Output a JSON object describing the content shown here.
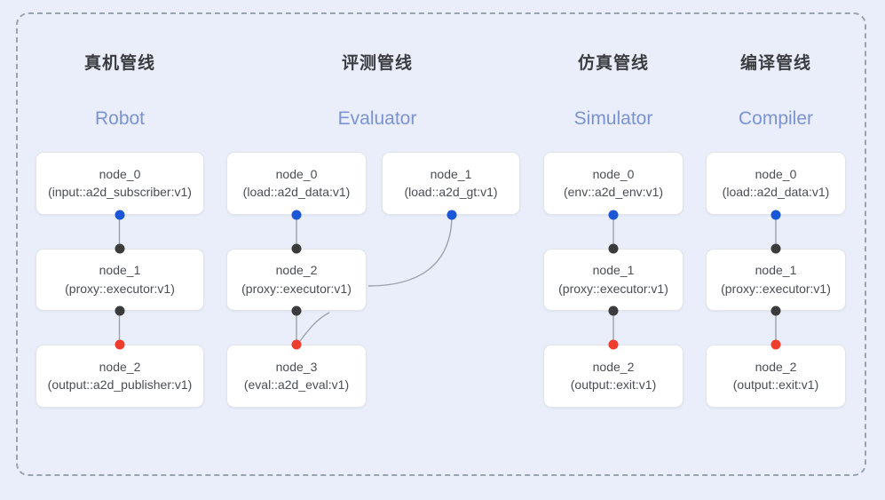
{
  "canvas": {
    "background_color": "#e9eefa",
    "frame_border_color": "#9aa3b0",
    "frame_style": "dashed"
  },
  "palette": {
    "title_cn_color": "#3a3c40",
    "title_en_color": "#7b93d4",
    "node_bg": "#ffffff",
    "node_border": "#e2e5ea",
    "node_text": "#4a4d52",
    "port_input_blue": "#1a56d6",
    "port_mid_black": "#3b3b3b",
    "port_output_red": "#ef3d2d",
    "edge_color": "#9ba2ae"
  },
  "columns": [
    {
      "id": "robot",
      "title_cn": "真机管线",
      "title_en": "Robot",
      "nodes": [
        {
          "name": "node_0",
          "type": "(input::a2d_subscriber:v1)"
        },
        {
          "name": "node_1",
          "type": "(proxy::executor:v1)"
        },
        {
          "name": "node_2",
          "type": "(output::a2d_publisher:v1)"
        }
      ]
    },
    {
      "id": "evaluator",
      "title_cn": "评测管线",
      "title_en": "Evaluator",
      "nodes": [
        {
          "name": "node_0",
          "type": "(load::a2d_data:v1)"
        },
        {
          "name": "node_1",
          "type": "(load::a2d_gt:v1)"
        },
        {
          "name": "node_2",
          "type": "(proxy::executor:v1)"
        },
        {
          "name": "node_3",
          "type": "(eval::a2d_eval:v1)"
        }
      ]
    },
    {
      "id": "simulator",
      "title_cn": "仿真管线",
      "title_en": "Simulator",
      "nodes": [
        {
          "name": "node_0",
          "type": "(env::a2d_env:v1)"
        },
        {
          "name": "node_1",
          "type": "(proxy::executor:v1)"
        },
        {
          "name": "node_2",
          "type": "(output::exit:v1)"
        }
      ]
    },
    {
      "id": "compiler",
      "title_cn": "编译管线",
      "title_en": "Compiler",
      "nodes": [
        {
          "name": "node_0",
          "type": "(load::a2d_data:v1)"
        },
        {
          "name": "node_1",
          "type": "(proxy::executor:v1)"
        },
        {
          "name": "node_2",
          "type": "(output::exit:v1)"
        }
      ]
    }
  ]
}
